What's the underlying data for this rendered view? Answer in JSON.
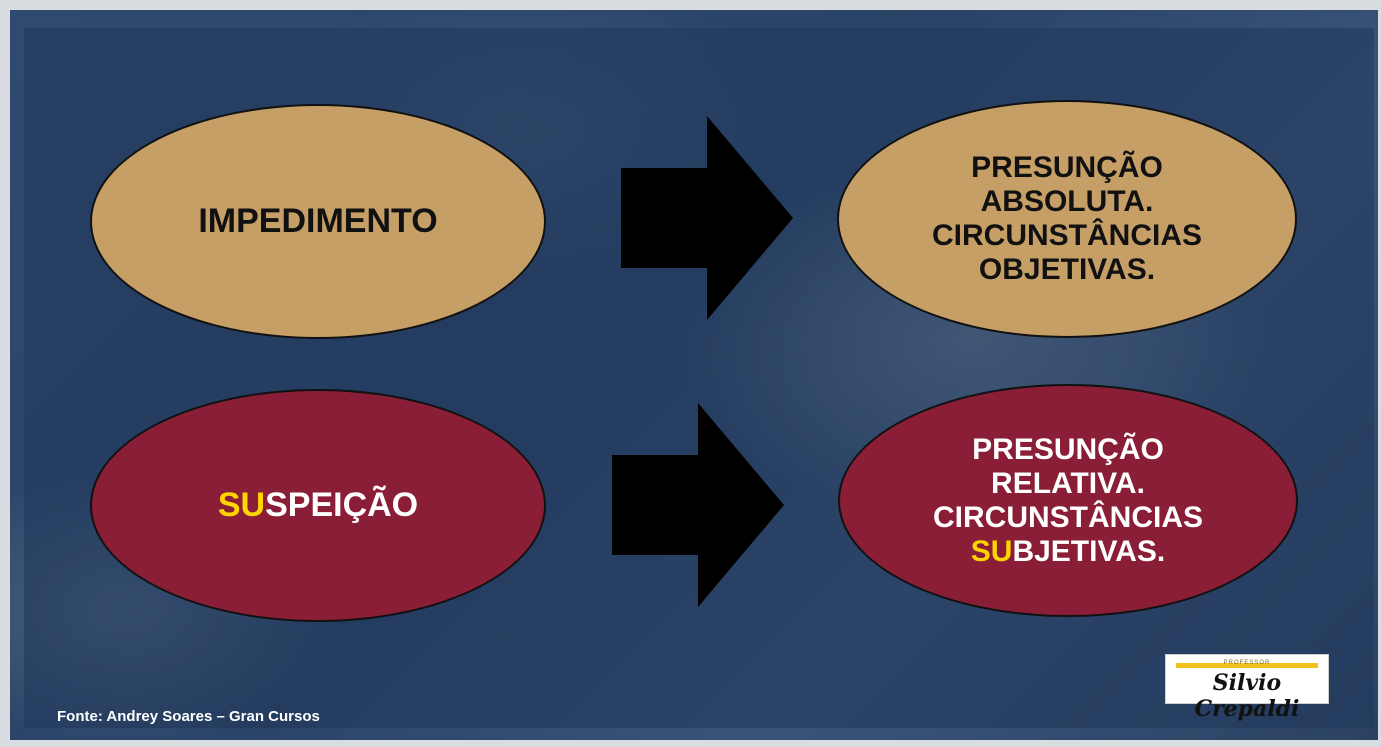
{
  "diagram": {
    "left_top": {
      "text": "IMPEDIMENTO"
    },
    "right_top": {
      "lines": [
        "PRESUNÇÃO",
        "ABSOLUTA.",
        "CIRCUNSTÂNCIAS",
        "OBJETIVAS."
      ]
    },
    "left_bottom": {
      "highlight": "SU",
      "rest": "SPEIÇÃO"
    },
    "right_bottom": {
      "lines": [
        "PRESUNÇÃO",
        "RELATIVA.",
        "CIRCUNSTÂNCIAS"
      ],
      "last_highlight": "SU",
      "last_rest": "BJETIVAS."
    }
  },
  "source": "Fonte: Andrey Soares – Gran Cursos",
  "logo": {
    "small": "PROFESSOR",
    "name": "Silvio Crepaldi"
  },
  "colors": {
    "gold": "#c59f66",
    "wine": "#8a1e36",
    "highlight": "#ffd400",
    "arrow": "#000000",
    "background": "#2f4a6e"
  }
}
